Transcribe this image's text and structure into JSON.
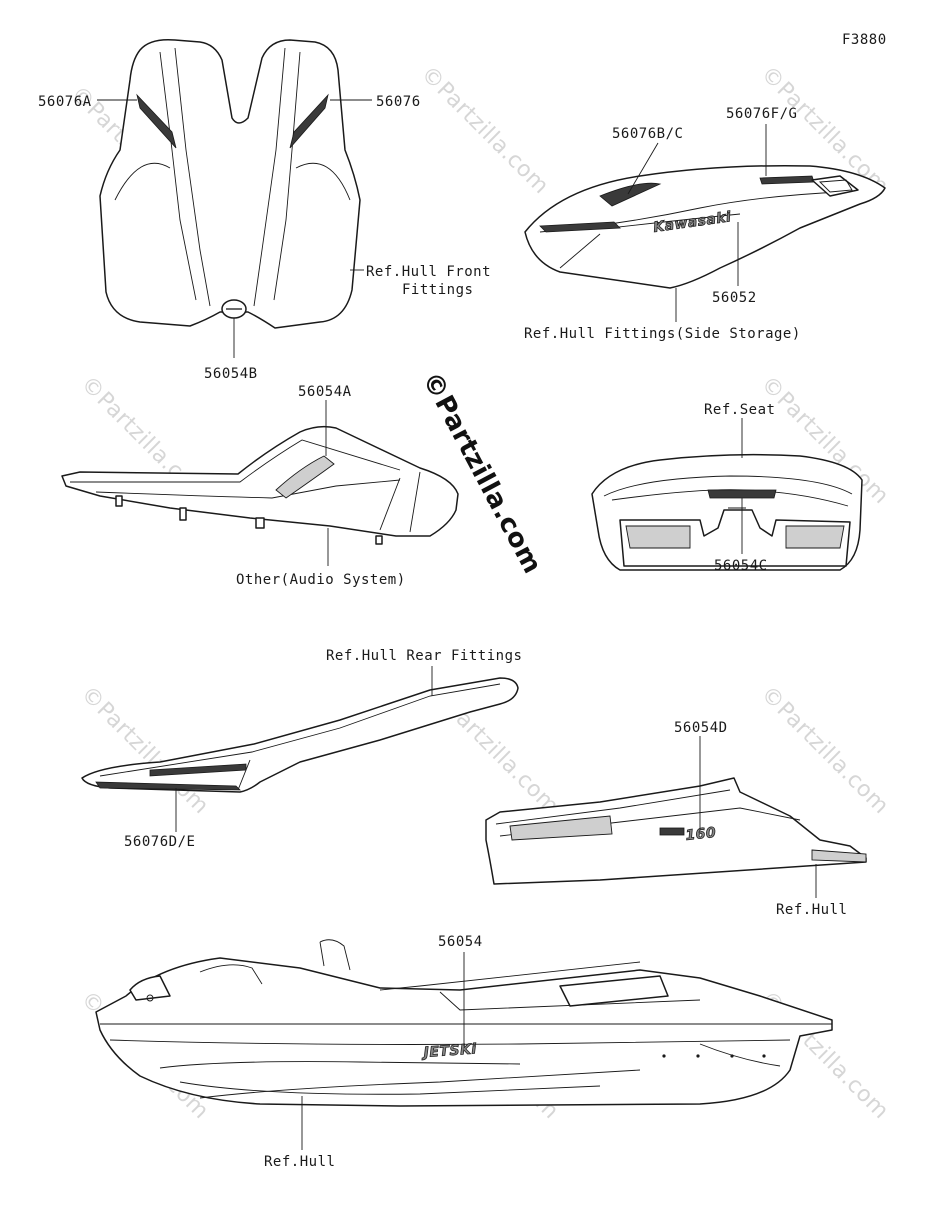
{
  "figure_id": "F3880",
  "watermark": "©Partzilla.com",
  "labels": {
    "p56076A": "56076A",
    "p56076": "56076",
    "p56076BC": "56076B/C",
    "p56076FG": "56076F/G",
    "ref_hull_front_1": "Ref.Hull Front",
    "ref_hull_front_2": "Fittings",
    "p56052": "56052",
    "p56054B": "56054B",
    "ref_side_storage": "Ref.Hull Fittings(Side Storage)",
    "p56054A": "56054A",
    "ref_seat": "Ref.Seat",
    "other_audio": "Other(Audio System)",
    "p56054C": "56054C",
    "ref_hull_rear": "Ref.Hull Rear Fittings",
    "p56054D": "56054D",
    "p56076DE": "56076D/E",
    "ref_hull_1": "Ref.Hull",
    "p56054": "56054",
    "ref_hull_2": "Ref.Hull"
  },
  "decals": {
    "kawasaki": "Kawasaki",
    "jetski": "JETSKi",
    "model": "160"
  }
}
